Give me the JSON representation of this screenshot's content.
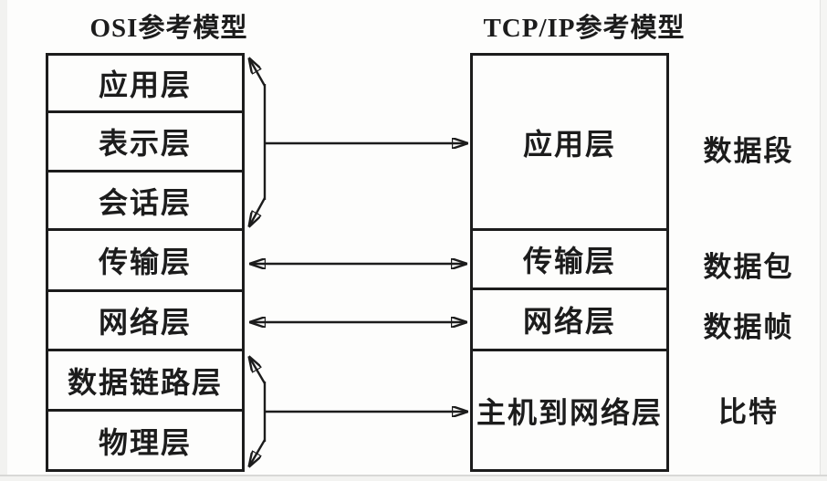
{
  "diagram": {
    "left_title": "OSI参考模型",
    "right_title": "TCP/IP参考模型",
    "osi_layers": [
      "应用层",
      "表示层",
      "会话层",
      "传输层",
      "网络层",
      "数据链路层",
      "物理层"
    ],
    "tcpip_layers": [
      "应用层",
      "传输层",
      "网络层",
      "主机到网络层"
    ],
    "unit_labels": [
      "数据段",
      "数据包",
      "数据帧",
      "比特"
    ],
    "colors": {
      "line": "#1c1c1c",
      "background": "#fdfdfc"
    }
  }
}
